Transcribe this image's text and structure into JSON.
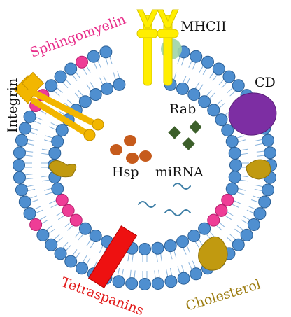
{
  "labels": {
    "sphingomyelin": "Sphingomyelin",
    "mhcii": "MHCII",
    "integrin": "Integrin",
    "cd": "CD",
    "rab": "Rab",
    "hsp": "Hsp",
    "mirna": "miRNA",
    "tetraspanins": "Tetraspanins",
    "cholesterol": "Cholesterol"
  },
  "colors": {
    "head": "#4f8fd0",
    "head_stroke": "#2a5f96",
    "tail": "#8ab4dd",
    "pink": "#ee3d96",
    "yellow": "#ffee00",
    "yellow_dark": "#d8c600",
    "mhc_disk": "#9fd4a8",
    "cd": "#7d2ea3",
    "rab": "#3c5f2a",
    "hsp": "#c65b1c",
    "mirna": "#3f7fa6",
    "tetraspanin": "#ee1111",
    "cholesterol": "#c19a10",
    "integrin": "#f2b600",
    "label_pink": "#e82e8a",
    "label_red": "#e21a1a",
    "label_gold": "#9c7c10",
    "label_black": "#111111"
  }
}
